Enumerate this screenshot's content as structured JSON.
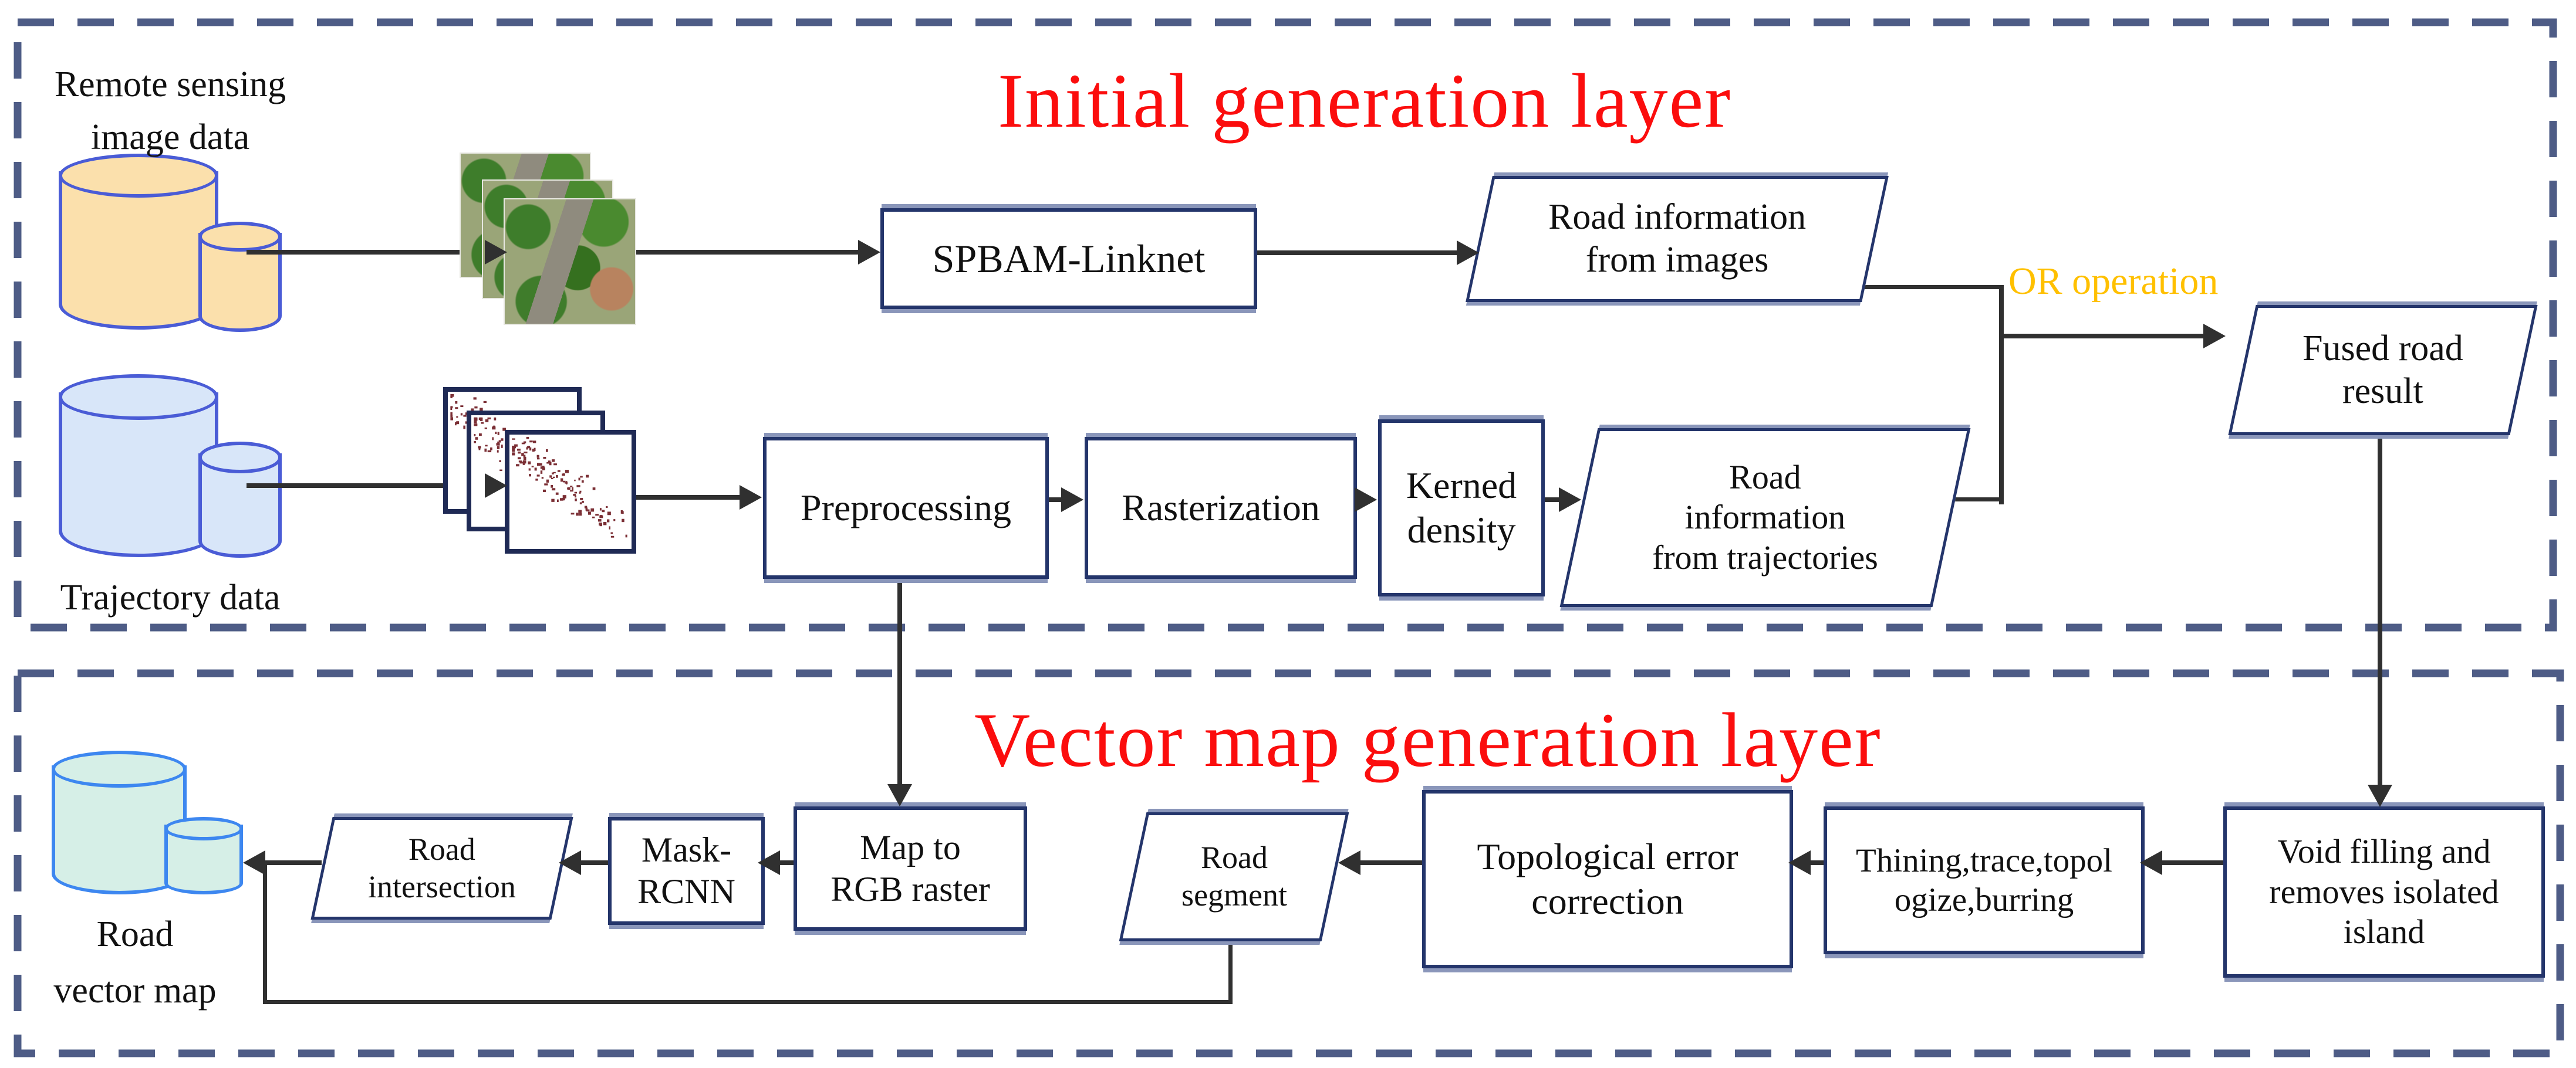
{
  "titles": {
    "initial": "Initial generation layer",
    "vector": "Vector map generation layer"
  },
  "annotations": {
    "or_operation": "OR operation"
  },
  "nodes": {
    "remote_db": {
      "lines": [
        "Remote sensing",
        "image data"
      ]
    },
    "trajectory_db": {
      "lines": [
        "Trajectory data"
      ]
    },
    "road_vector_db": {
      "lines": [
        "Road",
        "vector map"
      ]
    },
    "spbam": {
      "lines": [
        "SPBAM-Linknet"
      ]
    },
    "road_info_images": {
      "lines": [
        "Road information",
        "from images"
      ]
    },
    "fused": {
      "lines": [
        "Fused road",
        "result"
      ]
    },
    "preprocessing": {
      "lines": [
        "Preprocessing"
      ]
    },
    "rasterization": {
      "lines": [
        "Rasterization"
      ]
    },
    "kerned_density": {
      "lines": [
        "Kerned",
        "density"
      ]
    },
    "road_info_trajectories": {
      "lines": [
        "Road",
        "information",
        "from trajectories"
      ]
    },
    "map_to_rgb": {
      "lines": [
        "Map to",
        "RGB raster"
      ]
    },
    "mask_rcnn": {
      "lines": [
        "Mask-",
        "RCNN"
      ]
    },
    "road_intersection": {
      "lines": [
        "Road",
        "intersection"
      ]
    },
    "road_segment": {
      "lines": [
        "Road",
        "segment"
      ]
    },
    "topological": {
      "lines": [
        "Topological error",
        "correction"
      ]
    },
    "thinning": {
      "lines": [
        "Thining,trace,topol",
        "ogize,burring"
      ]
    },
    "void_filling": {
      "lines": [
        "Void filling and",
        "removes isolated",
        "island"
      ]
    }
  },
  "colors": {
    "red": "#fb0d0d",
    "gold": "#ffc000",
    "navy": "#24356b",
    "bevel": "#8a96ba",
    "dash": "#4e5c86",
    "arrow": "#303030",
    "db_orange_fill": "#fbe0ac",
    "db_orange_stroke": "#4a5cd6",
    "db_blue_fill": "#d8e6f9",
    "db_blue_stroke": "#4a5cd6",
    "db_teal_fill": "#d6efe7",
    "db_teal_stroke": "#3d87f0",
    "frame_border": "#1f2a55",
    "trajectory_dot": "#7b2f35"
  }
}
